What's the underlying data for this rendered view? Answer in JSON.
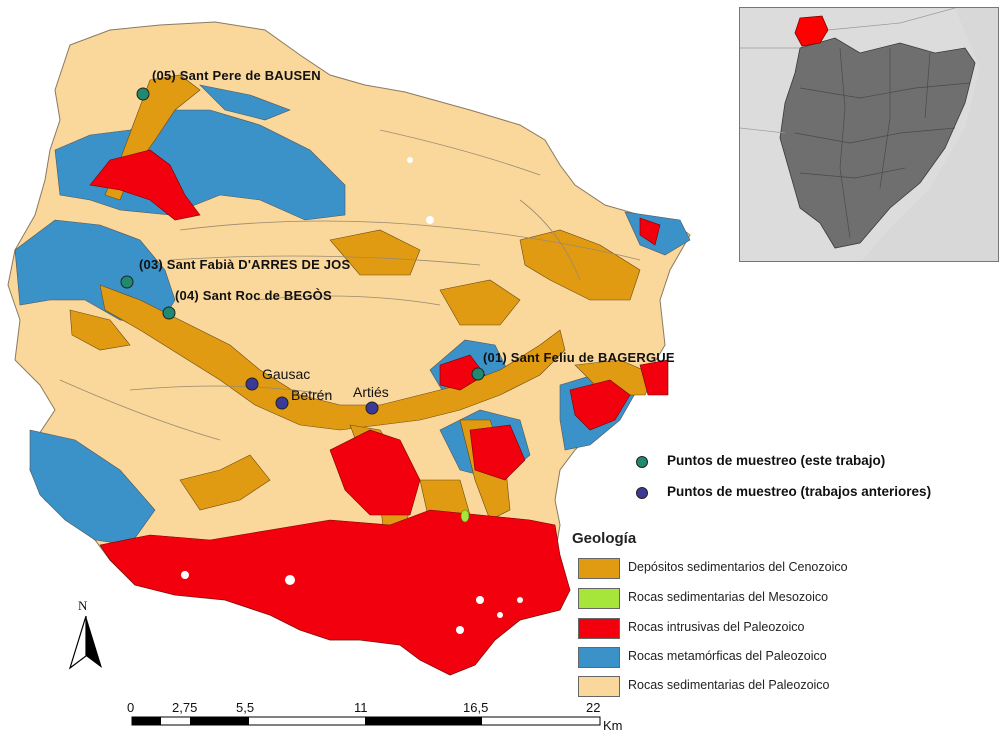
{
  "colors": {
    "cenozoico": "#e09b13",
    "mesozoico": "#a6e63a",
    "intrusivas": "#f2000d",
    "metamorficas": "#3a92c9",
    "sedimentarias_paleozoico": "#fad79b",
    "muestreo_este": "#1f8a6f",
    "muestreo_anteriores": "#3b3b97",
    "inset_catalonia": "#6f6f6f",
    "inset_highlight": "#ff0000",
    "sea": "#d8d8d8"
  },
  "sites": [
    {
      "label": "(05) Sant Pere de BAUSEN"
    },
    {
      "label": "(03) Sant Fabià D'ARRES DE JOS"
    },
    {
      "label": "(04) Sant Roc de BEGÒS"
    },
    {
      "label": "(01) Sant Feliu de BAGERGUE"
    }
  ],
  "towns": [
    {
      "label": "Gausac"
    },
    {
      "label": "Betrén"
    },
    {
      "label": "Artiés"
    }
  ],
  "point_legend": [
    {
      "label": "Puntos de muestreo (este trabajo)",
      "icon": "teal-circle-icon"
    },
    {
      "label": "Puntos de muestreo (trabajos anteriores)",
      "icon": "purple-circle-icon"
    }
  ],
  "geo_legend": {
    "title": "Geología",
    "items": [
      {
        "label": "Depósitos sedimentarios del Cenozoico"
      },
      {
        "label": "Rocas sedimentarias del Mesozoico"
      },
      {
        "label": "Rocas intrusivas del Paleozoico"
      },
      {
        "label": "Rocas metamórficas del Paleozoico"
      },
      {
        "label": "Rocas sedimentarias del Paleozoico"
      }
    ]
  },
  "north": {
    "label": "N"
  },
  "scale": {
    "ticks": [
      "0",
      "2,75",
      "5,5",
      "11",
      "16,5",
      "22"
    ],
    "unit": "Km"
  }
}
